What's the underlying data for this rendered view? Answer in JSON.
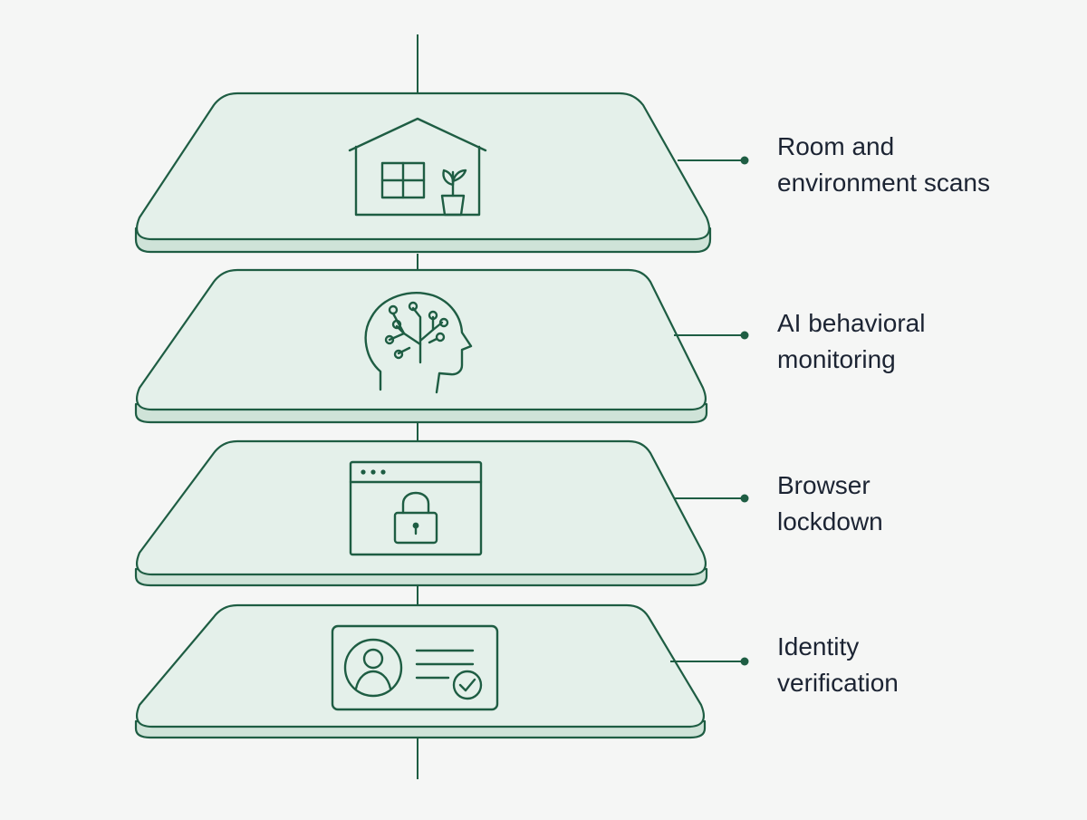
{
  "layers": [
    {
      "id": "environment",
      "icon": "house-icon",
      "line1": "Room and",
      "line2": "environment scans"
    },
    {
      "id": "ai",
      "icon": "ai-head-icon",
      "line1": "AI behavioral",
      "line2": "monitoring"
    },
    {
      "id": "browser",
      "icon": "browser-lock-icon",
      "line1": "Browser",
      "line2": "lockdown"
    },
    {
      "id": "identity",
      "icon": "id-card-icon",
      "line1": "Identity",
      "line2": "verification"
    }
  ],
  "colors": {
    "accent": "#1e5d43",
    "plate": "#e4f0ea",
    "background": "#f5f6f5",
    "text": "#1c2433"
  }
}
